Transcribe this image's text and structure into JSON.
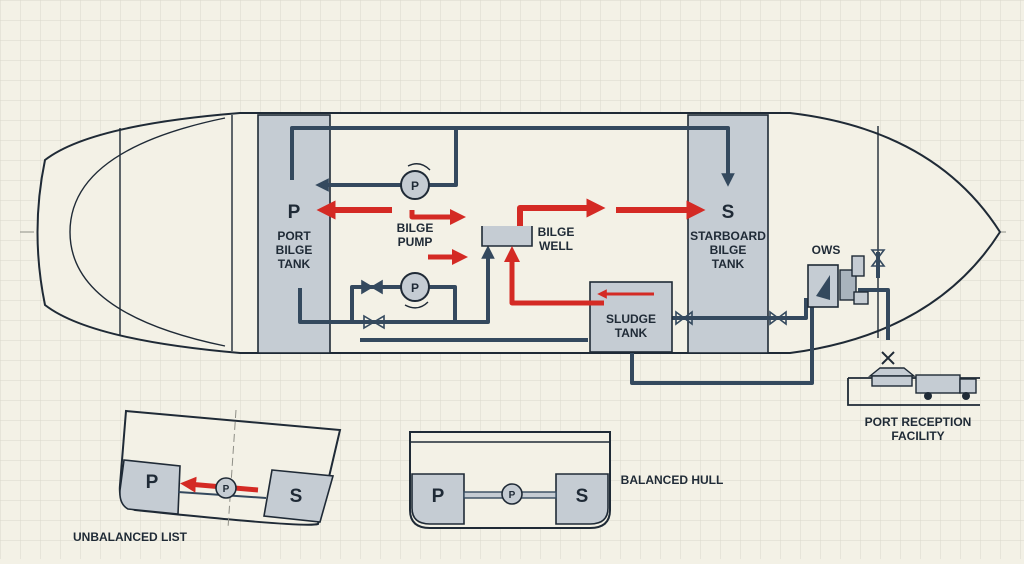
{
  "labels": {
    "port_letter": "P",
    "port_tank": [
      "PORT",
      "BILGE",
      "TANK"
    ],
    "stbd_letter": "S",
    "stbd_tank": [
      "STARBOARD",
      "BILGE",
      "TANK"
    ],
    "bilge_pump": [
      "BILGE",
      "PUMP"
    ],
    "bilge_well": [
      "BILGE",
      "WELL"
    ],
    "sludge_tank": [
      "SLUDGE",
      "TANK"
    ],
    "ows": "OWS",
    "reception": [
      "PORT RECEPTION",
      "FACILITY"
    ],
    "pump_symbol": "P",
    "unbalanced": "UNBALANCED LIST",
    "balanced": "BALANCED HULL",
    "mini_port": "P",
    "mini_stbd": "S"
  },
  "colors": {
    "background": "#f3f1e6",
    "grid": "#d9d8cc",
    "hull_line": "#1f2a36",
    "tank_fill": "#c5ccd3",
    "pipe": "#34495e",
    "flow_red": "#d42a24"
  }
}
